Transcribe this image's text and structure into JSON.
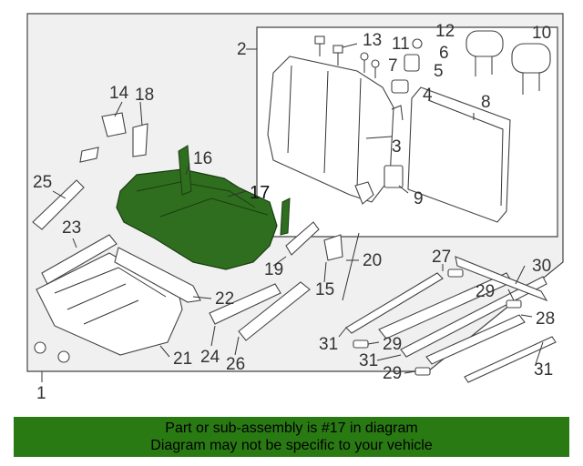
{
  "callouts": {
    "c1": "1",
    "c2": "2",
    "c3": "3",
    "c4": "4",
    "c5": "5",
    "c6": "6",
    "c7": "7",
    "c8": "8",
    "c9": "9",
    "c10": "10",
    "c11": "11",
    "c12": "12",
    "c13": "13",
    "c14": "14",
    "c15": "15",
    "c16": "16",
    "c17": "17",
    "c18": "18",
    "c19": "19",
    "c20": "20",
    "c21": "21",
    "c22": "22",
    "c23": "23",
    "c24": "24",
    "c25": "25",
    "c26": "26",
    "c27": "27",
    "c28": "28",
    "c29a": "29",
    "c29b": "29",
    "c29c": "29",
    "c30": "30",
    "c31a": "31",
    "c31b": "31",
    "c31c": "31"
  },
  "banner": {
    "line1": "Part or sub-assembly is #17 in diagram",
    "line2": "Diagram may not be specific to your vehicle"
  },
  "colors": {
    "highlight_part": "#2f6e1f",
    "banner_bg": "#2a7a14",
    "line": "#333333"
  },
  "highlighted_part": "17"
}
